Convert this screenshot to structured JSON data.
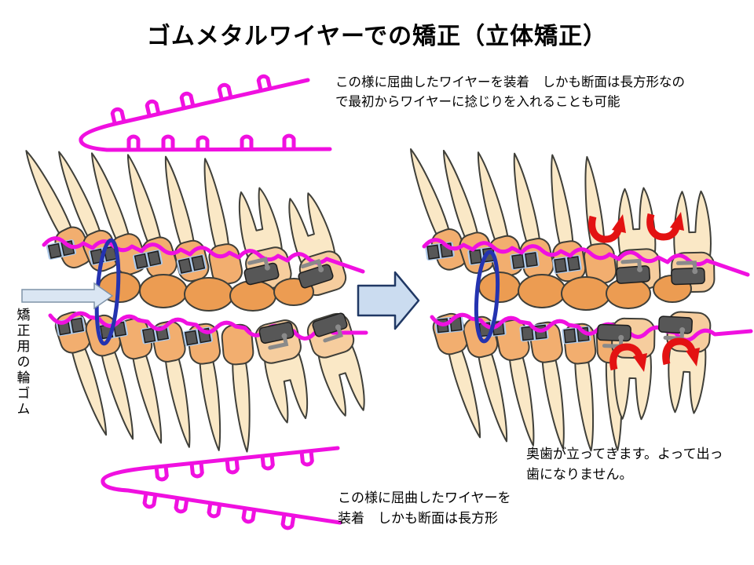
{
  "title": "ゴムメタルワイヤーでの矯正（立体矯正）",
  "annotations": {
    "top_right": "この様に屈曲したワイヤーを装着　しかも断面は長方形なの\nで最初からワイヤーに捻じりを入れることも可能",
    "elastic_label": "矯正用の輪ゴム",
    "bottom_middle": "この様に屈曲したワイヤーを\n装着　しかも断面は長方形",
    "bottom_right": "奥歯が立ってきます。よって出っ\n歯になりません。"
  },
  "colors": {
    "wire": "#F010E0",
    "root": "#FAE8C6",
    "crownA": "#F2AE6F",
    "crownM": "#F6CD9E",
    "inner": "#EC9C52",
    "outline": "#3F3F39",
    "bracket": "#575757",
    "ligature": "#AEC9E8",
    "hook": "#8A8A8A",
    "elastic": "#2433B0",
    "redArrow": "#E31212",
    "blockArrowFill": "#CBDCF0",
    "blockArrowStroke": "#203864",
    "pointerFill": "#DAE6F3",
    "pointerStroke": "#7F93A8"
  }
}
